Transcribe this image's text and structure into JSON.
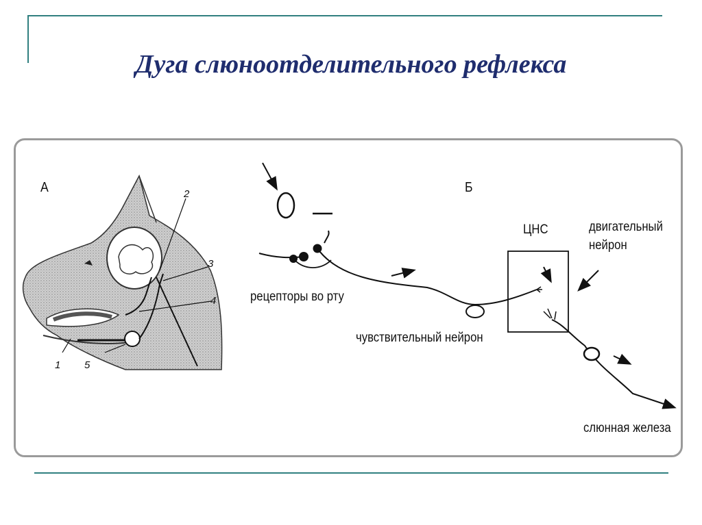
{
  "title": "Дуга слюноотделительного рефлекса",
  "panel_a": {
    "letter": "А",
    "numbers": [
      "1",
      "2",
      "3",
      "4",
      "5"
    ]
  },
  "panel_b": {
    "letter": "Б",
    "labels": {
      "receptors": "рецепторы во рту",
      "sensory_neuron": "чувствительный нейрон",
      "cns": "ЦНС",
      "motor_neuron_line1": "двигательный",
      "motor_neuron_line2": "нейрон",
      "salivary_gland": "слюнная железа"
    }
  },
  "colors": {
    "title": "#1f2d6e",
    "accent_line": "#2f7f7f",
    "frame": "#9a9a9a",
    "ink": "#111111"
  }
}
